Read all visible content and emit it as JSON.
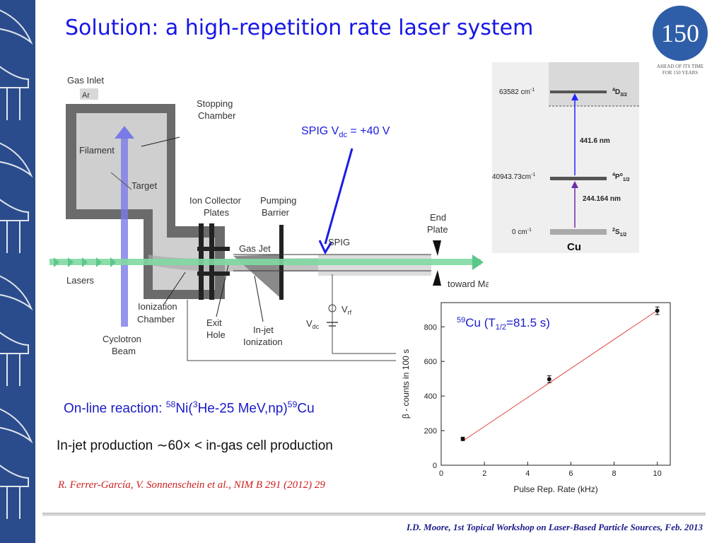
{
  "slide": {
    "title": "Solution: a high-repetition rate laser system",
    "reaction_prefix": "On-line reaction: ",
    "reaction_sup1": "58",
    "reaction_mid1": "Ni(",
    "reaction_sup2": "3",
    "reaction_mid2": "He-25 MeV,np)",
    "reaction_sup3": "59",
    "reaction_end": "Cu",
    "production": "In-jet production ∼60× < in-gas cell production",
    "reference": "R. Ferrer-García, V. Sonnenschein et al., NIM B 291 (2012) 29",
    "footer": "I.D. Moore, 1st Topical Workshop on Laser-Based Particle Sources, Feb. 2013"
  },
  "logo": {
    "number": "150",
    "line1": "AHEAD OF ITS TIME",
    "line2": "FOR 150 YEARS"
  },
  "apparatus": {
    "gas_inlet": "Gas Inlet",
    "ar": "Ar",
    "stopping_1": "Stopping",
    "stopping_2": "Chamber",
    "filament": "Filament",
    "target": "Target",
    "ion_1": "Ion Collector",
    "ion_2": "Plates",
    "pump_1": "Pumping",
    "pump_2": "Barrier",
    "gas_jet": "Gas Jet",
    "spig": "SPIG",
    "end_1": "End",
    "end_2": "Plate",
    "lasers": "Lasers",
    "toward": "toward Mass",
    "ionization_1": "Ionization",
    "ionization_2": "Chamber",
    "exit_1": "Exit",
    "exit_2": "Hole",
    "injet_1": "In-jet",
    "injet_2": "Ionization",
    "cyclotron_1": "Cyclotron",
    "cyclotron_2": "Beam",
    "vrf_v": "V",
    "vrf_sub": "rf",
    "vdc_v": "V",
    "vdc_sub": "dc",
    "spig_v_label": "SPIG V",
    "spig_v_sub": "dc",
    "spig_v_value": " = +40 V"
  },
  "energy_levels": {
    "level_top_energy": "63582 cm",
    "level_top_exp": "-1",
    "level_top_name": "4",
    "level_top_letter": "D",
    "level_top_j": "3/2",
    "level_mid_energy": "40943.73cm",
    "level_mid_exp": "-1",
    "level_mid_name": "4",
    "level_mid_letter": "P",
    "level_mid_o": "o",
    "level_mid_j": "1/2",
    "level_bot_energy": "0 cm",
    "level_bot_exp": "-1",
    "level_bot_name": "2",
    "level_bot_letter": "S",
    "level_bot_j": "1/2",
    "transition_upper": "441.6 nm",
    "transition_lower": "244.164 nm",
    "element": "Cu",
    "colors": {
      "upper_arrow": "#2222ff",
      "lower_arrow": "#6a2ca8"
    }
  },
  "chart_data": {
    "type": "scatter",
    "title_sup": "59",
    "title_main": "Cu (T",
    "title_sub": "1/2",
    "title_end": "=81.5 s)",
    "xlabel": "Pulse Rep. Rate (kHz)",
    "ylabel": "β - counts in 100 s",
    "xlim": [
      0,
      10.6
    ],
    "ylim": [
      0,
      940
    ],
    "xticks": [
      0,
      2,
      4,
      6,
      8,
      10
    ],
    "yticks": [
      0,
      200,
      400,
      600,
      800
    ],
    "series": [
      {
        "x": [
          1,
          5,
          10
        ],
        "y": [
          152,
          497,
          893
        ],
        "yerr": [
          10,
          20,
          22
        ]
      }
    ],
    "fit_line": {
      "x": [
        1,
        10
      ],
      "y": [
        140,
        895
      ]
    },
    "colors": {
      "points": "#111111",
      "fit": "#e04040"
    }
  }
}
